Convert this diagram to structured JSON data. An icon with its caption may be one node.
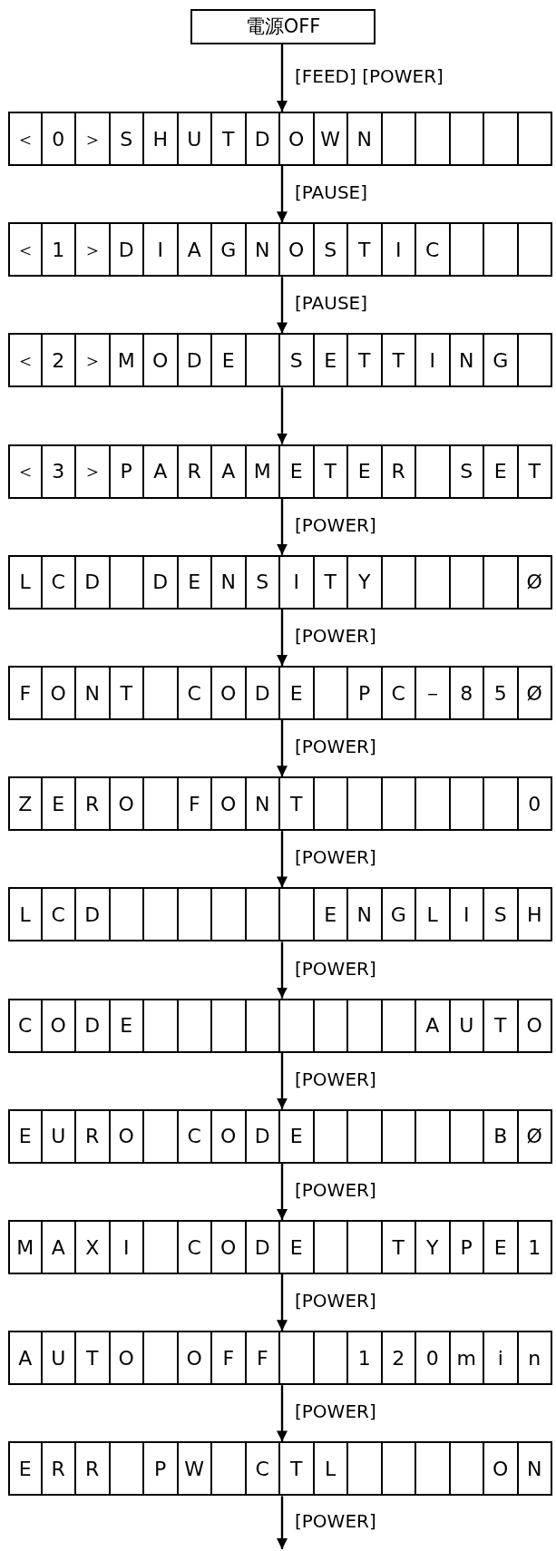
{
  "diagram": {
    "nodes": [
      {
        "text": [
          "電源OFF"
        ]
      },
      {
        "text": [
          "＜ 0 ＞ S H U T D O W N"
        ]
      },
      {
        "text": [
          "＜ 1 ＞ D I A G N O S T I C"
        ]
      },
      {
        "text": [
          "＜ 2 ＞ M O D E S E T T I N G"
        ]
      },
      {
        "text": [
          "＜ 3 ＞ P A R A M E T E R S E T"
        ]
      },
      {
        "text": [
          "L C D D E N S I T Y Ø"
        ]
      },
      {
        "text": [
          "F O N T C O D E P C － 8 5 Ø"
        ]
      },
      {
        "text": [
          "Z E R O F O N T 0"
        ]
      },
      {
        "text": [
          "L C D E N G L I S H"
        ]
      },
      {
        "text": [
          "C O D E A U T O"
        ]
      },
      {
        "text": [
          "E U R O C O D E B Ø"
        ]
      },
      {
        "text": [
          "M A X I C O D E T Y P E 1"
        ]
      },
      {
        "text": [
          "A U T O O F F 1 2 0 m i n"
        ]
      },
      {
        "text": [
          "E R R P W C T L O N"
        ]
      }
    ],
    "edges": [
      {
        "from": 0,
        "to": 1,
        "arrow": "to",
        "label": "[FEED] [POWER]"
      },
      {
        "from": 1,
        "to": 2,
        "arrow": "to",
        "label": "[PAUSE]"
      },
      {
        "from": 2,
        "to": 3,
        "arrow": "to",
        "label": "[PAUSE]"
      },
      {
        "from": 3,
        "to": 4,
        "arrow": "to"
      },
      {
        "from": 4,
        "to": 5,
        "arrow": "to",
        "label": "[POWER]"
      },
      {
        "from": 5,
        "to": 6,
        "arrow": "to",
        "label": "[POWER]"
      },
      {
        "from": 6,
        "to": 7,
        "arrow": "to",
        "label": "[POWER]"
      },
      {
        "from": 7,
        "to": 8,
        "arrow": "to",
        "label": "[POWER]"
      },
      {
        "from": 8,
        "to": 9,
        "arrow": "to",
        "label": "[POWER]"
      },
      {
        "from": 9,
        "to": 10,
        "arrow": "to",
        "label": "[POWER]"
      },
      {
        "from": 10,
        "to": 11,
        "arrow": "to",
        "label": "[POWER]"
      },
      {
        "from": 11,
        "to": 12,
        "arrow": "to",
        "label": "[POWER]"
      },
      {
        "from": 12,
        "to": 13,
        "arrow": "to",
        "label": "[POWER]"
      },
      {
        "from": 13,
        "to": null,
        "arrow": "to",
        "label": "[POWER]"
      }
    ]
  }
}
